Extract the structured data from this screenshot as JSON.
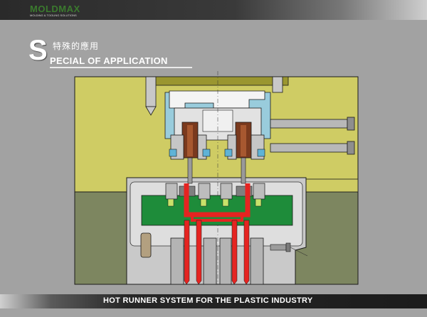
{
  "header": {
    "brand": "MOLDMAX",
    "tagline": "MOLDING & TOOLING SOLUTIONS"
  },
  "title": {
    "initial": "S",
    "chinese": "特殊的應用",
    "english_rest": "PECIAL OF APPLICATION"
  },
  "footer": {
    "text": "HOT RUNNER SYSTEM FOR THE PLASTIC INDUSTRY"
  },
  "colors": {
    "background": "#a2a2a2",
    "upper_plate": "#cfcc64",
    "lower_plate": "#7d8660",
    "manifold": "#1e8c3a",
    "melt_channel": "#e52421",
    "brand_green": "#3b7a2e"
  }
}
